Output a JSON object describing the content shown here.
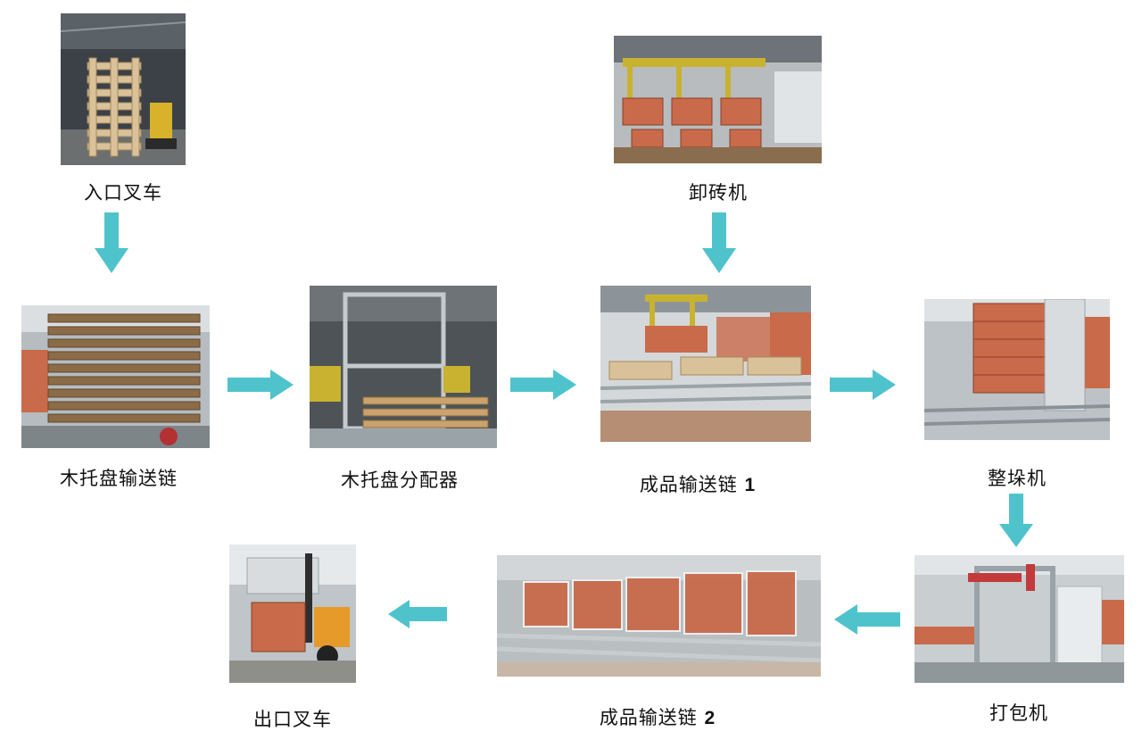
{
  "stages": {
    "entry_forklift": "入口叉车",
    "unloader": "卸砖机",
    "pallet_conveyor": "木托盘输送链",
    "pallet_distributor": "木托盘分配器",
    "product_conveyor_1": "成品输送链",
    "product_conveyor_1_num": "1",
    "stack_arranger": "整垛机",
    "packer": "打包机",
    "product_conveyor_2": "成品输送链",
    "product_conveyor_2_num": "2",
    "exit_forklift": "出口叉车"
  },
  "colors": {
    "arrow": "#4fc3cc",
    "brick": "#c96a4a",
    "wood": "#c9a26e",
    "steel": "#9aa3a8"
  }
}
